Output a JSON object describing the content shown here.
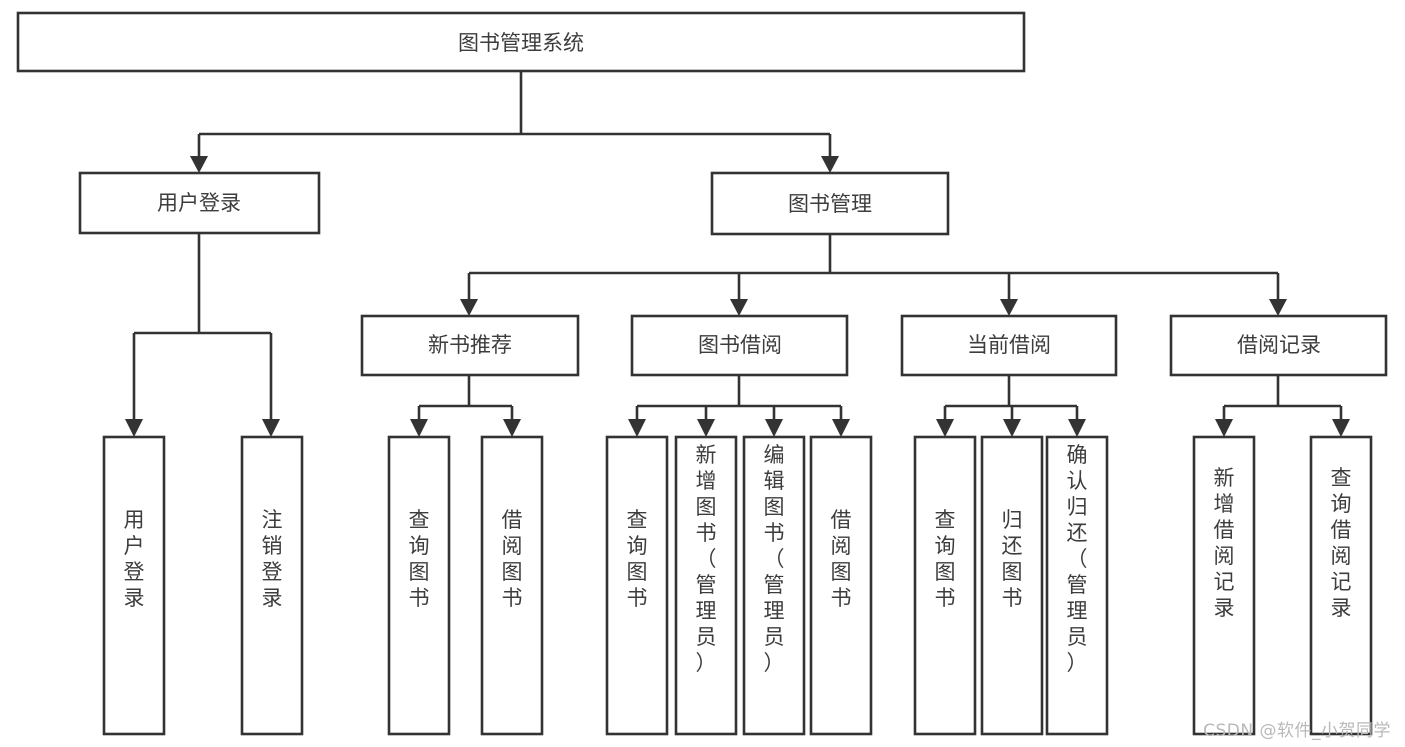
{
  "diagram": {
    "title": "图书管理系统",
    "type": "tree",
    "watermark": "CSDN @软件_小贺同学",
    "colors": {
      "stroke": "#333333",
      "fill": "#ffffff",
      "text": "#3d3d3d",
      "watermark": "#b9b9b9"
    },
    "nodes": {
      "root": {
        "label": "图书管理系统"
      },
      "tier2": [
        {
          "label": "用户登录"
        },
        {
          "label": "图书管理"
        }
      ],
      "tier3": [
        {
          "label": "新书推荐"
        },
        {
          "label": "图书借阅"
        },
        {
          "label": "当前借阅"
        },
        {
          "label": "借阅记录"
        }
      ],
      "leaves_user_login": [
        {
          "label": "用户登录"
        },
        {
          "label": "注销登录"
        }
      ],
      "leaves_new_book": [
        {
          "label": "查询图书"
        },
        {
          "label": "借阅图书"
        }
      ],
      "leaves_borrow": [
        {
          "label": "查询图书"
        },
        {
          "label": "新增图书（管理员）"
        },
        {
          "label": "编辑图书（管理员）"
        },
        {
          "label": "借阅图书"
        }
      ],
      "leaves_current": [
        {
          "label": "查询图书"
        },
        {
          "label": "归还图书"
        },
        {
          "label": "确认归还（管理员）"
        }
      ],
      "leaves_records": [
        {
          "label": "新增借阅记录"
        },
        {
          "label": "查询借阅记录"
        }
      ]
    }
  }
}
